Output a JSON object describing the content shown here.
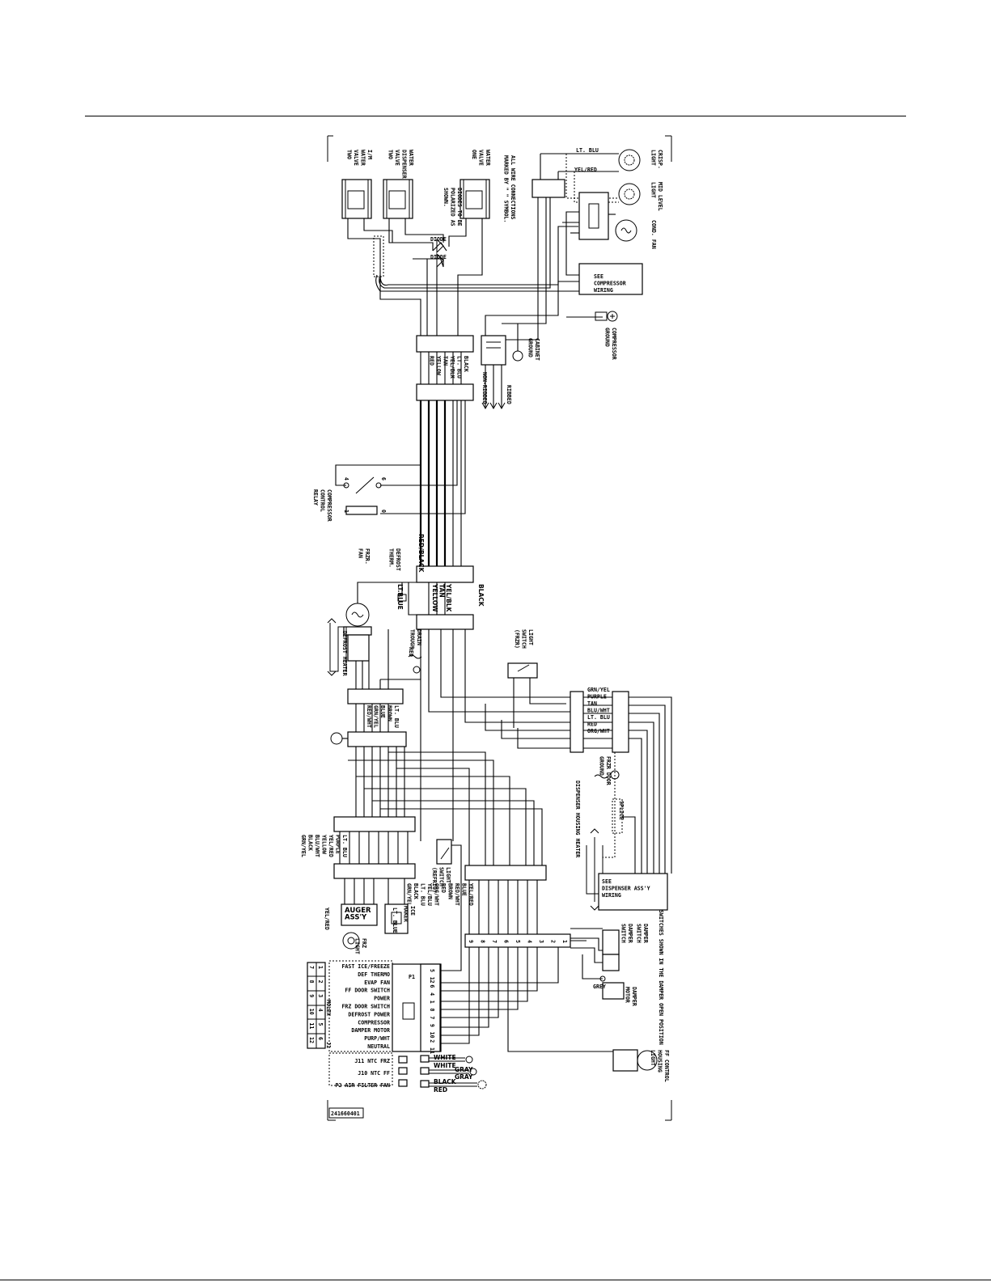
{
  "part_number": "241660401",
  "rotated_labels": {
    "ice_water_valve": "I/M\nWATER\nVALVE\nTWO",
    "water_dispenser_valve": "WATER\nDISPENSER\nVALVE\nTWO",
    "water_valve_one": "WATER\nVALVE\nONE",
    "diodes_note": "DIODES TO BE\nPOLARIZED AS\nSHOWN.",
    "wire_note": "ALL WIRE CONNECTIONS\nMARKED BY \" \" SYMBOL.",
    "crisp_light": "CRISP.\nLIGHT",
    "mid_level_light": "MID LEVEL\nLIGHT",
    "cond_fan": "COND. FAN",
    "cabinet_ground": "CABINET\nGROUND",
    "compressor_ground": "COMPRESSOR\nGROUND",
    "ribbed": "RIBBED",
    "non_ribbed": "NON-RIBBED",
    "upper_connector_colors": "BLACK\nLT. BLU\nYEL/BLK\nTAN\nYELLOW\nRED",
    "compressor_relay": "COMPRESSOR\nCONTROL\nRELAY",
    "relay_terminal_4": "4",
    "relay_terminal_6": "6",
    "relay_terminal_1": "1",
    "relay_terminal_0": "0",
    "red_black": "RED/BLACK",
    "black": "BLACK",
    "defrost_therm": "DEFROST\nTHERM.",
    "frzr_fan": "FRZR.\nFAN",
    "lt_blue_1": "LT.BLUE",
    "mid_connector_colors": "YEL/BLK\nTAN\nYELLOW",
    "drain_trough": "DRAIN\nTROUGH",
    "drain_red": "RED",
    "defrost_heater": "DEFROST HEATER",
    "light_switch_frzr": "LIGHT\nSWITCH\n(FRZR)",
    "frzr_connector_colors": "LT. BLU\nBROWN\nBLUE\nGRN/YEL\nRED/WHT",
    "right_connector_colors": "GRN/YEL\nPURPLE\nTAN\nBLU/WHT\nLT. BLU\nRED\n\nORG/WHT",
    "frzr_door_ground": "FRZR DOOR\nGROUND",
    "dispenser_housing_heater": "DISPENSER HOUSING HEATER",
    "splice": "SPLICE",
    "see_dispenser": "SEE\nDISPENSER ASS'Y\nWIRING",
    "see_compressor": "SEE\nCOMPRESSOR\nWIRING",
    "lower_left_colors": "LT. BLU\nPURPLE\nYEL/RED\nYELLOW\nBLU/WHT\nBLACK\nGRN/YEL",
    "light_switch_refrig": "LIGHT\nSWITCH\n(REFRIG)",
    "mid_lower_colors": "YEL/RED\nBLUE\nRED/WHT\nBROWN\nRED\nORG/WHT\nYEL/BLU\nLT. BLU\nBLACK\nGRN/YEL",
    "auger": "AUGER\nASS'Y",
    "yel_red": "YEL/RED",
    "lt_blue_2": "LT. BLUE",
    "ice_maker": "ICE\nMAKER",
    "frz_light": "FRZ\nLIGHT",
    "switches_note": "SWITCHES SHOWN IN THE DAMPER OPEN POSITION",
    "damper_switch": "DAMPER\nSWITCH",
    "damper_switch2": "DAMPER\nSWITCH",
    "damper_motor": "DAMPER\nMOTOR",
    "grey": "GREY",
    "ff_control_light": "FF CONTROL\nHOUSING\nLIGHT",
    "diode1": "DIODE",
    "diode2": "DIODE",
    "lt_blu": "LT. BLU",
    "yel_red_top": "YEL/RED"
  },
  "p1_labels": [
    "FAST ICE/FREEZE",
    "DEF THERMO",
    "EVAP FAN",
    "FF DOOR SWITCH",
    "POWER",
    "FRZ DOOR SWITCH",
    "DEFROST POWER",
    "COMPRESSOR",
    "DAMPER MOTOR",
    "PURP/WHT",
    "NEUTRAL"
  ],
  "p1_title": "P1",
  "p1_pins": [
    "5",
    "12",
    "6",
    "4",
    "1",
    "8",
    "7",
    "9",
    "10",
    "2",
    "11"
  ],
  "molex_title": "MOLEX",
  "j1_title": "J1",
  "molex_top": [
    "7",
    "8",
    "9",
    "10",
    "11",
    "12"
  ],
  "molex_bottom": [
    "1",
    "2",
    "3",
    "4",
    "5",
    "6"
  ],
  "j_labels": [
    "J11 NTC FRZ",
    "J10 NTC FF",
    "P2 AIR FILTER FAN"
  ],
  "sensor_wires": [
    "WHITE",
    "WHITE",
    "GRAY",
    "GRAY",
    "BLACK",
    "RED"
  ],
  "bottom_connector_pins": [
    "9",
    "8",
    "7",
    "6",
    "5",
    "4",
    "3",
    "2",
    "1"
  ]
}
